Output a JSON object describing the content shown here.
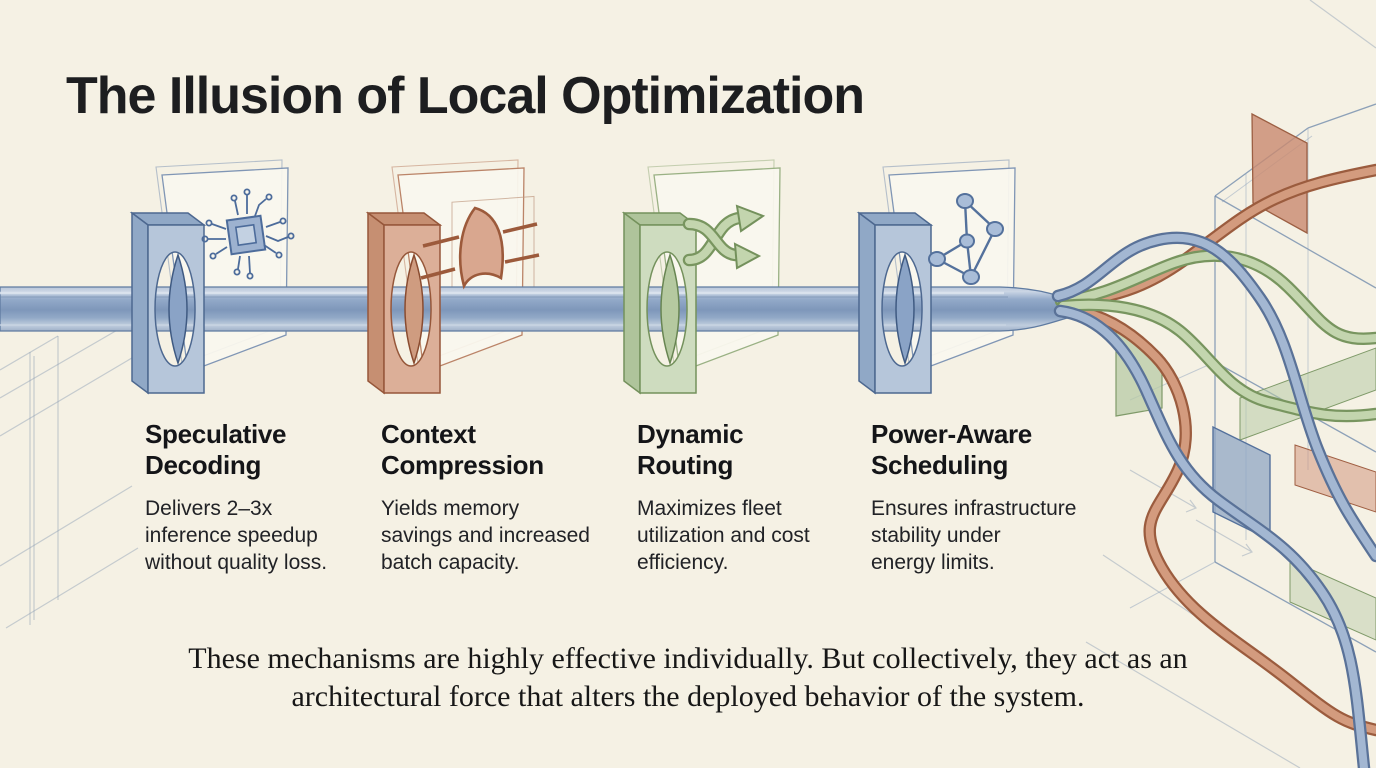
{
  "title": "The Illusion of Local Optimization",
  "stations": [
    {
      "title": "Speculative\nDecoding",
      "description": "Delivers 2–3x\ninference speedup\nwithout quality loss.",
      "icon": "chip-icon",
      "accent": "#4d6890"
    },
    {
      "title": "Context\nCompression",
      "description": "Yields memory\nsavings and increased\nbatch capacity.",
      "icon": "compression-icon",
      "accent": "#96573a"
    },
    {
      "title": "Dynamic\nRouting",
      "description": "Maximizes fleet\nutilization and cost\nefficiency.",
      "icon": "shuffle-arrows-icon",
      "accent": "#74915c"
    },
    {
      "title": "Power-Aware\nScheduling",
      "description": "Ensures infrastructure\nstability under\nenergy limits.",
      "icon": "network-graph-icon",
      "accent": "#4d6890"
    }
  ],
  "footer": "These mechanisms are highly effective individually. But collectively, they act as an\narchitectural force that alters the deployed behavior of the system.",
  "colors": {
    "background": "#f5f1e4",
    "text": "#1d1e20",
    "pipe_blue": "#8da5c4",
    "station_blue": "#4d6890",
    "station_red": "#96573a",
    "station_green": "#74915c"
  }
}
